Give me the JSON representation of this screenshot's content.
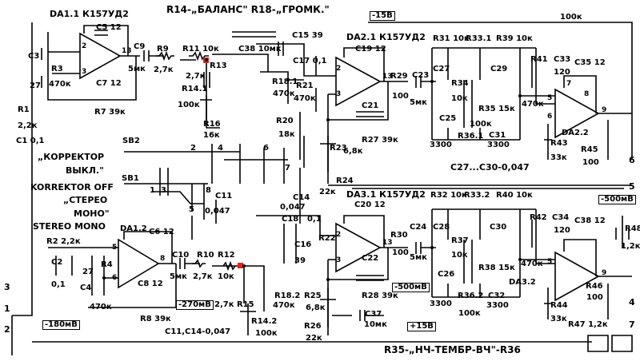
{
  "header": {
    "title": "R14-„БАЛАНС\" R18-„ГРОМК.\"",
    "supply_neg": "-15В"
  },
  "footer": {
    "title": "R35-„НЧ-ТЕМБР-ВЧ\"-R36"
  },
  "switch": {
    "sb2": "SB2",
    "sb1": "SB1",
    "mode_line1": "„КОРРЕКТОР",
    "mode_line2": "ВЫКЛ.\"",
    "mode_line3": "KORREKTOR OFF",
    "mode_line4": "„СТЕРЕО",
    "mode_line5": "МОНО\"",
    "mode_line6": "STEREO MONO",
    "pin1": "1",
    "pin2": "2",
    "pin3": "3",
    "pin4": "4",
    "pin5": "5",
    "pin6": "6",
    "pin7": "7",
    "pin8": "8"
  },
  "stage1": {
    "da11": "DA1.1 К157УД2",
    "c5": "C5 12",
    "c7": "C7 12",
    "c3": "C3",
    "c3v": "27",
    "r3": "R3",
    "r3v": "470к",
    "r7": "R7 39к",
    "r1": "R1",
    "r1v": "2,2к",
    "c1": "C1 0,1",
    "c9": "C9",
    "c9v": "5мк",
    "r9": "R9",
    "r9v": "2,7к",
    "r11": "R11 10к",
    "r13": "R13",
    "r13v": "2,7к",
    "r141": "R14.1",
    "r141v": "100к",
    "r16": "R16",
    "r16v": "16к",
    "c38": "C38 10мк",
    "c15": "C15 39",
    "c17": "C17 0,1",
    "r181": "R18.1",
    "r181v": "470к",
    "r21": "R21",
    "r21v": "470к",
    "r20": "R20",
    "r20v": "18к",
    "c11": "C11",
    "c11v": "0,047",
    "c14": "C14",
    "c14v": "0,047",
    "da12": "DA1.2",
    "c6": "C6 12",
    "c8": "C8 12",
    "r2": "R2 2,2к",
    "c2": "C2",
    "c2v": "0,1",
    "c4": "C4",
    "c4v": "27",
    "r4": "R4",
    "r4v": "470к",
    "r8": "R8 39к",
    "c10": "C10",
    "c10v": "5мк",
    "r10": "R10",
    "r10v": "2,7к",
    "r12": "R12",
    "r12v": "10к",
    "r15": "2,7к R15",
    "r142": "R14.2",
    "r142v": "100к",
    "c11c14": "C11,C14-0,047",
    "c18": "C18",
    "c18v": "0,1",
    "c16": "C16",
    "c16v": "39",
    "r182": "R18.2",
    "r182v": "470к",
    "v180": "-180мВ",
    "v270": "-270мВ"
  },
  "stage2": {
    "da21": "DA2.1 К157УД2",
    "c19": "C19 12",
    "c21": "C21",
    "r29": "R29",
    "r29v": "100",
    "c23": "C23",
    "c23v": "5мк",
    "r27": "R27 39к",
    "r23": "R23",
    "r23v": "6,8к",
    "r24": "R24",
    "r24v": "22к",
    "r31": "R31 10к",
    "r331": "R33.1",
    "r39": "R39 10к",
    "c27": "C27",
    "c29": "C29",
    "r34": "R34",
    "r34v": "10к",
    "r35": "R35 15к",
    "c25": "C25",
    "c25v": "3300",
    "r361": "R36.1",
    "r361v": "100к",
    "c31": "C31",
    "c31v": "3300",
    "r41": "R41",
    "r41v": "470к",
    "c33": "C33",
    "c33v": "120",
    "c35": "C35 12",
    "da22": "DA2.2",
    "r43": "R43",
    "r43v": "33к",
    "r45": "R45",
    "r45v": "100",
    "c27c30": "C27...C30-0,047",
    "r100k": "100к"
  },
  "stage3": {
    "da31": "DA3.1 К157УД2",
    "c20": "C20 12",
    "c22": "C22",
    "r30": "R30",
    "r30v": "100",
    "c24": "C24",
    "c24v": "5мк",
    "r28": "R28 39к",
    "r22": "R22",
    "r25": "R25",
    "r25v": "6,8к",
    "r26": "R26",
    "r26v": "22к",
    "c37": "C37",
    "c37v": "10мк",
    "r32": "R32 10к",
    "r332": "R33.2",
    "r40": "R40 10к",
    "c28": "C28",
    "c30": "C30",
    "r37": "R37",
    "r37v": "10к",
    "r38": "R38 15к",
    "c26": "C26",
    "c26v": "3300",
    "r362": "R36.2",
    "r362v": "100к",
    "c32": "C32",
    "c32v": "3300",
    "r42": "R42",
    "r42v": "470к",
    "c34": "C34",
    "c34v": "120",
    "c38b": "C38 12",
    "da32": "DA3.2",
    "r44": "R44",
    "r44v": "33к",
    "r46": "R46",
    "r46v": "100",
    "r47": "R47 1,2к",
    "r48": "R48",
    "r48v": "1,2к",
    "v500a": "-500мВ",
    "v500b": "-500мВ",
    "supply_pos": "+15В"
  },
  "colors": {
    "ink": "#000000",
    "node_marker": "#e0241e"
  }
}
